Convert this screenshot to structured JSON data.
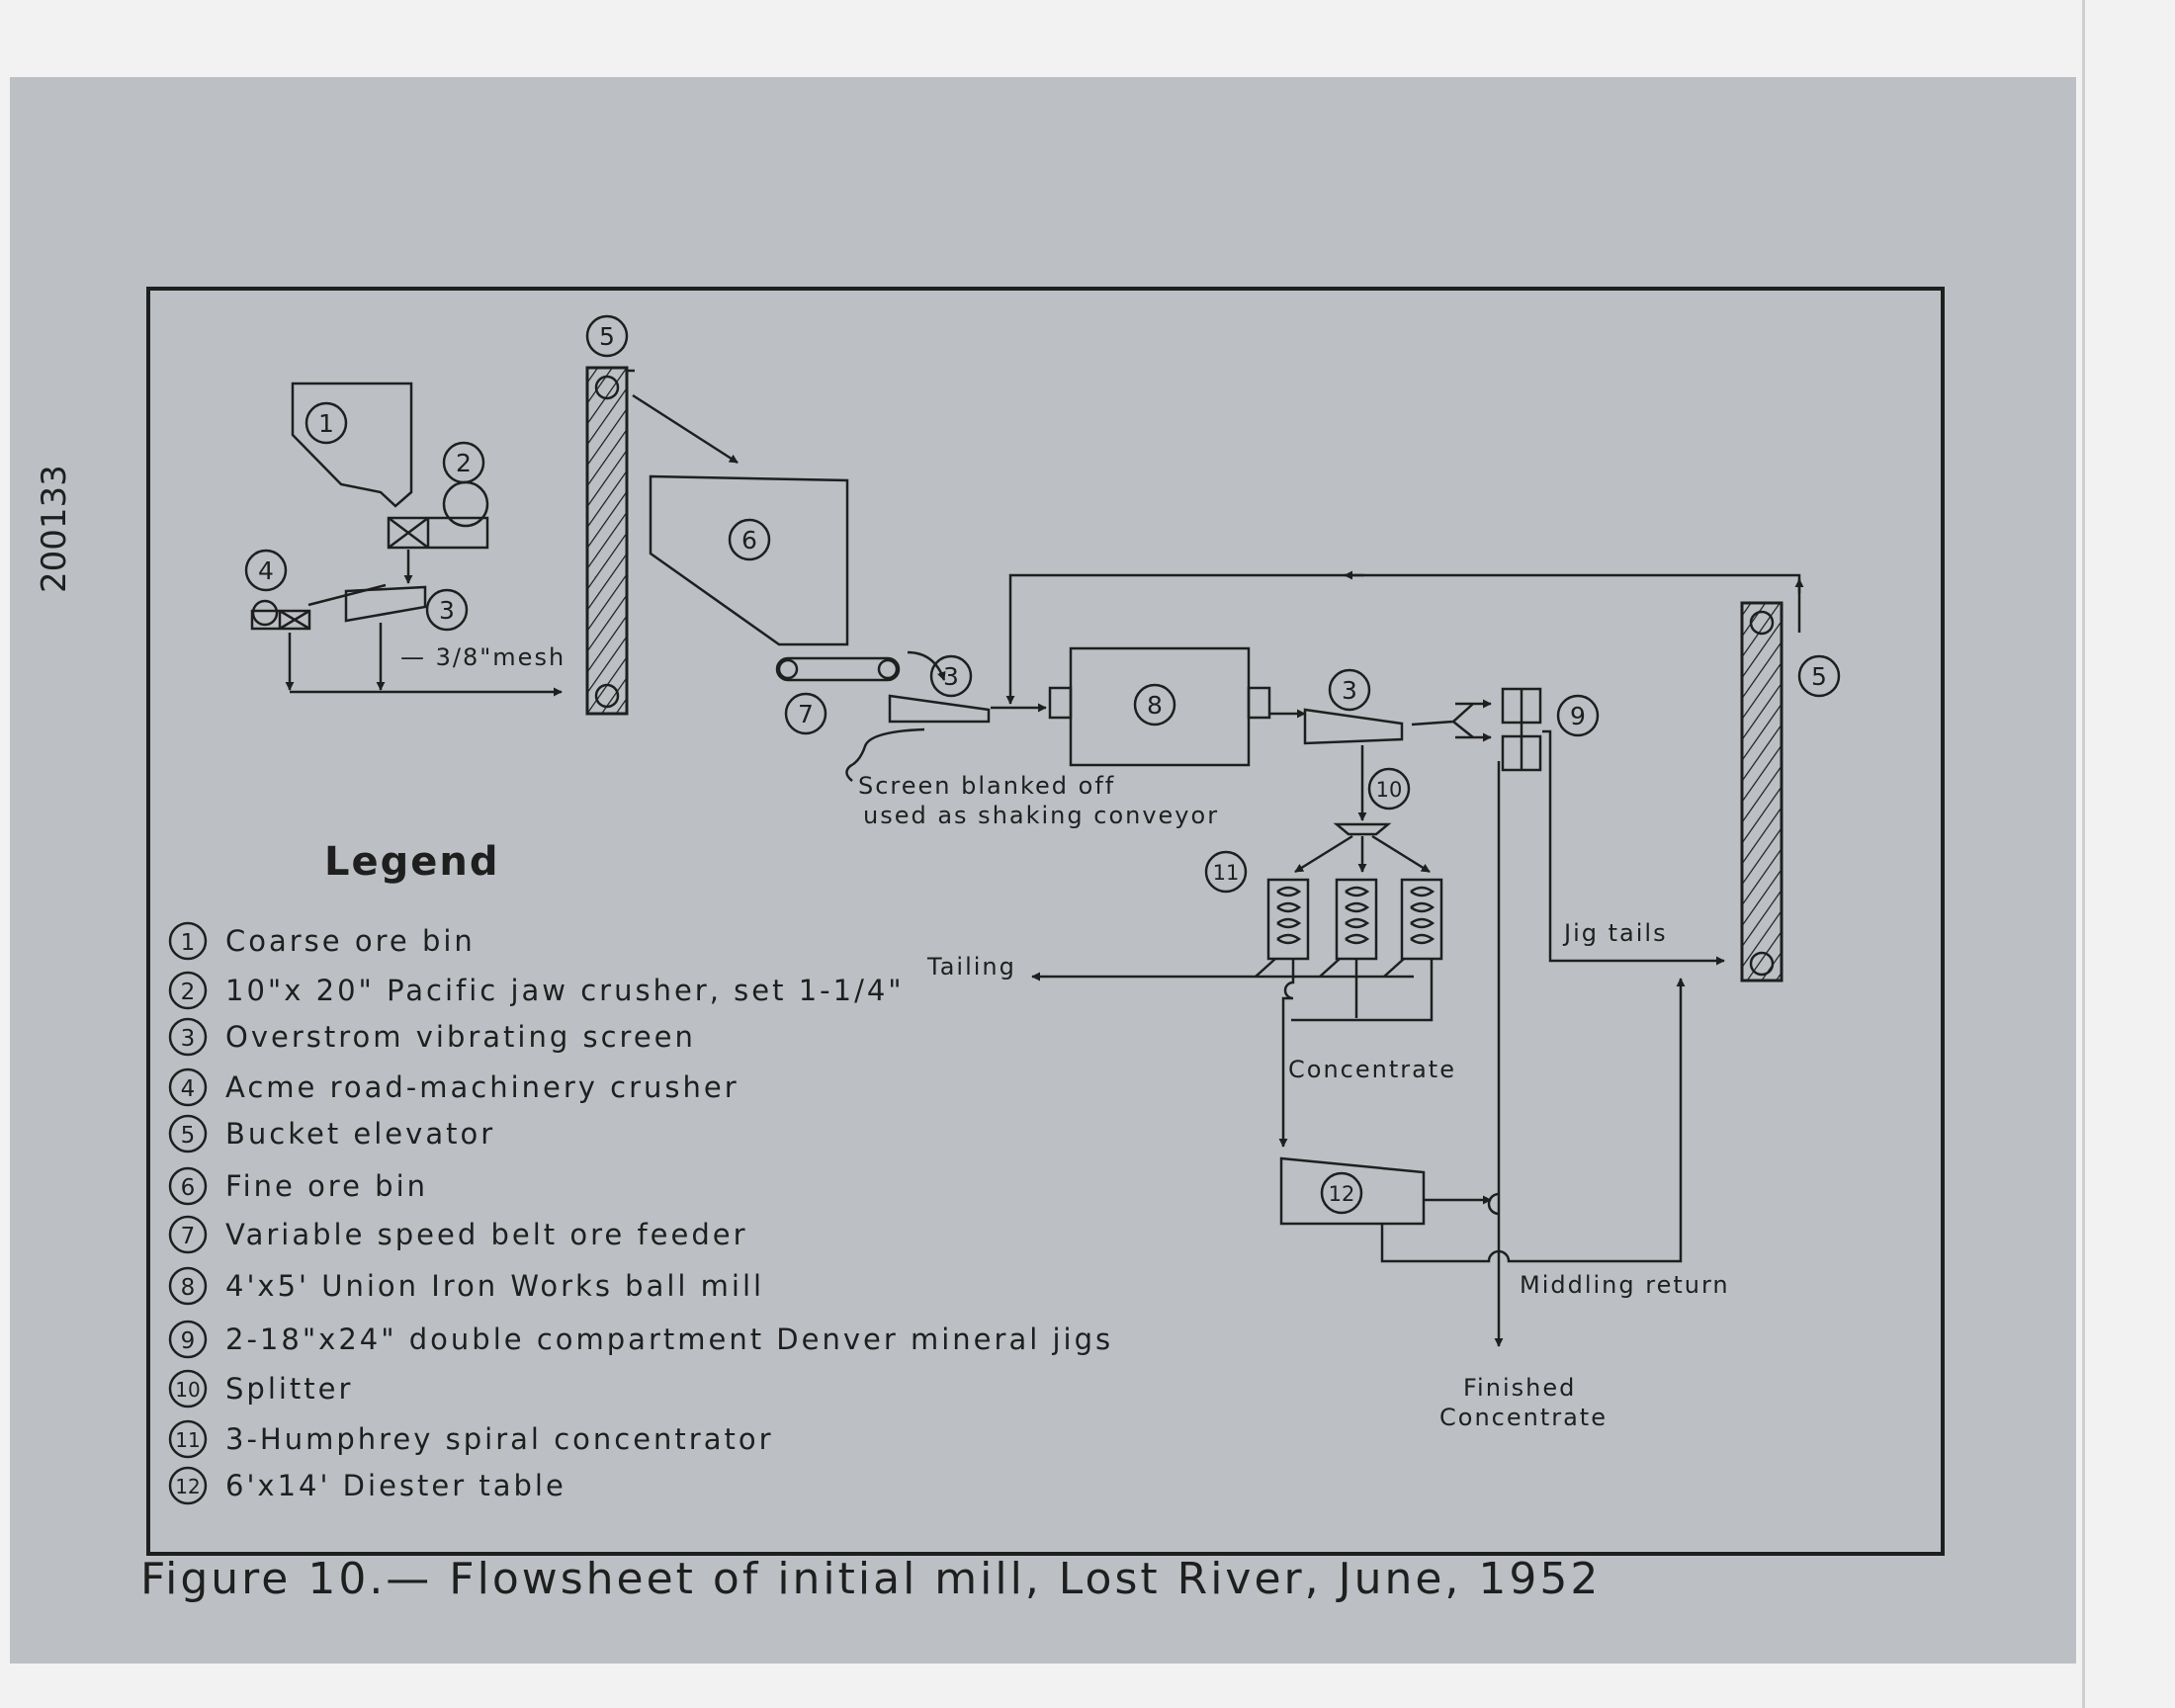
{
  "figure": {
    "caption": "Figure 10.— Flowsheet of initial mill, Lost River, June, 1952",
    "side_stamp": "200133"
  },
  "legend": {
    "title": "Legend",
    "items": [
      {
        "num": "1",
        "label": "Coarse ore bin"
      },
      {
        "num": "2",
        "label": "10\"x 20\" Pacific jaw crusher, set 1-1/4\""
      },
      {
        "num": "3",
        "label": "Overstrom vibrating screen"
      },
      {
        "num": "4",
        "label": "Acme road-machinery crusher"
      },
      {
        "num": "5",
        "label": "Bucket elevator"
      },
      {
        "num": "6",
        "label": "Fine ore bin"
      },
      {
        "num": "7",
        "label": "Variable speed belt ore feeder"
      },
      {
        "num": "8",
        "label": "4'x5' Union Iron Works ball mill"
      },
      {
        "num": "9",
        "label": "2-18\"x24\" double compartment Denver mineral jigs"
      },
      {
        "num": "10",
        "label": "Splitter"
      },
      {
        "num": "11",
        "label": "3-Humphrey spiral concentrator"
      },
      {
        "num": "12",
        "label": "6'x14' Diester table"
      }
    ]
  },
  "flow_labels": {
    "mesh": "— 3/8\"mesh",
    "screen_note_1": "Screen blanked off",
    "screen_note_2": "used as shaking conveyor",
    "tailing": "Tailing",
    "concentrate": "Concentrate",
    "jig_tails": "Jig tails",
    "middling_return": "Middling return",
    "finished_1": "Finished",
    "finished_2": "Concentrate"
  },
  "units": [
    {
      "id": "u1",
      "num": "1"
    },
    {
      "id": "u2",
      "num": "2"
    },
    {
      "id": "u3a",
      "num": "3"
    },
    {
      "id": "u3b",
      "num": "3"
    },
    {
      "id": "u3c",
      "num": "3"
    },
    {
      "id": "u4",
      "num": "4"
    },
    {
      "id": "u5a",
      "num": "5"
    },
    {
      "id": "u5b",
      "num": "5"
    },
    {
      "id": "u6",
      "num": "6"
    },
    {
      "id": "u7",
      "num": "7"
    },
    {
      "id": "u8",
      "num": "8"
    },
    {
      "id": "u9",
      "num": "9"
    },
    {
      "id": "u10",
      "num": "10"
    },
    {
      "id": "u11",
      "num": "11"
    },
    {
      "id": "u12",
      "num": "12"
    }
  ]
}
